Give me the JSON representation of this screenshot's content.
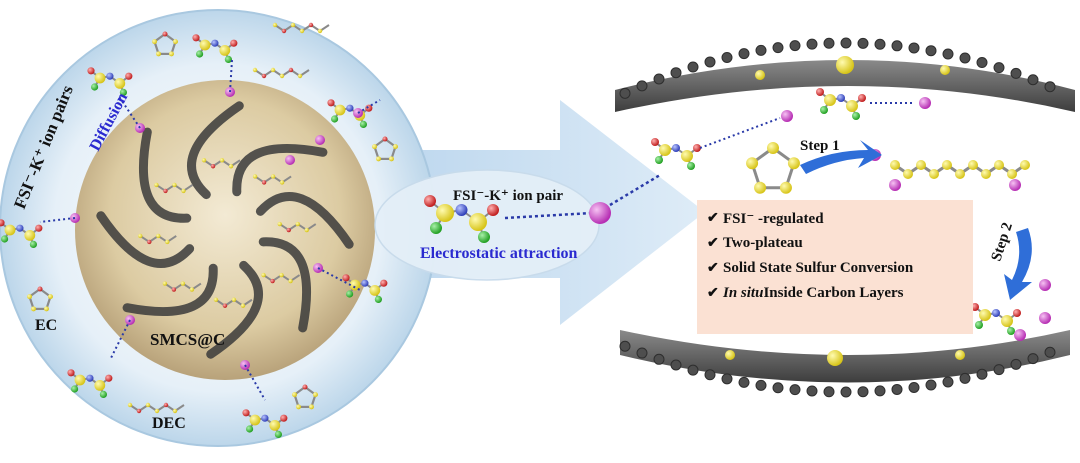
{
  "labels": {
    "ion_pairs": "FSI⁻-K⁺ ion pairs",
    "diffusion": "Diffusion",
    "ec": "EC",
    "dec": "DEC",
    "particle": "SMCS@C",
    "ion_pair": "FSI⁻-K⁺ ion pair",
    "electrostatic": "Electrostatic attraction",
    "step1": "Step 1",
    "step2": "Step 2"
  },
  "features": [
    {
      "prefix": "",
      "text": "FSI⁻ -regulated"
    },
    {
      "prefix": "",
      "text": "Two-plateau"
    },
    {
      "prefix": "",
      "text": "Solid State Sulfur Conversion"
    },
    {
      "prefix": "In situ",
      "text": " Inside Carbon Layers"
    }
  ],
  "colors": {
    "sulfur": "#f2e23a",
    "potassium": "#d94fd6",
    "fluorine": "#3cc43c",
    "oxygen": "#e23a3a",
    "nitrogen": "#4a5fd8",
    "carbon": "#555555",
    "particle": "#d8c9a3",
    "halo": "#cfe3f2",
    "text_blue": "#2a2ad0"
  }
}
